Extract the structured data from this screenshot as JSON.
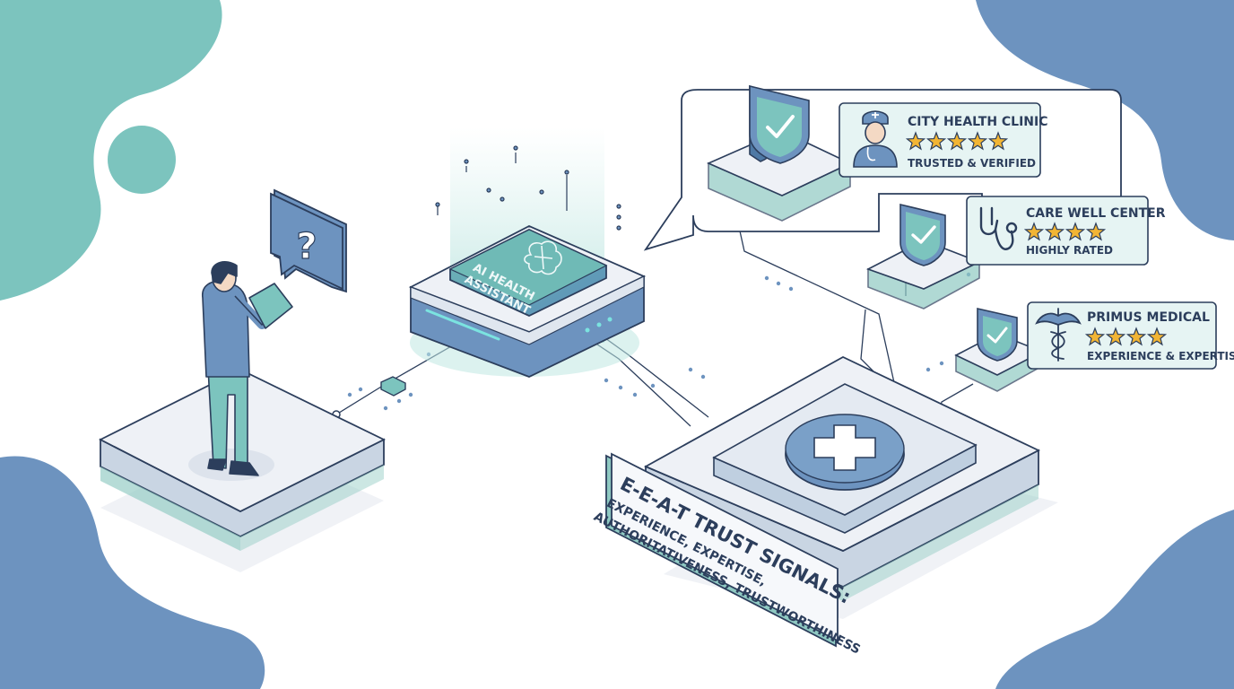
{
  "assistant": {
    "line1": "AI HEALTH",
    "line2": "ASSISTANT"
  },
  "user": {
    "query_symbol": "?"
  },
  "providers": [
    {
      "name": "CITY HEALTH CLINIC",
      "rating": 5,
      "tagline": "TRUSTED & VERIFIED",
      "icon": "doctor-icon"
    },
    {
      "name": "CARE WELL CENTER",
      "rating": 4,
      "tagline": "HIGHLY RATED",
      "icon": "stethoscope-icon"
    },
    {
      "name": "PRIMUS MEDICAL",
      "rating": 4,
      "tagline": "EXPERIENCE & EXPERTISE",
      "icon": "caduceus-icon"
    }
  ],
  "eeat": {
    "title": "E-E-A-T TRUST SIGNALS:",
    "line2": "EXPERIENCE, EXPERTISE,",
    "line3": "AUTHORITATIVENESS, TRUSTWORTHINESS"
  },
  "colors": {
    "teal": "#7cc4be",
    "blue": "#6d93bf",
    "navy": "#2c3e5c",
    "star": "#f2b534",
    "platform": "#eef1f6"
  }
}
